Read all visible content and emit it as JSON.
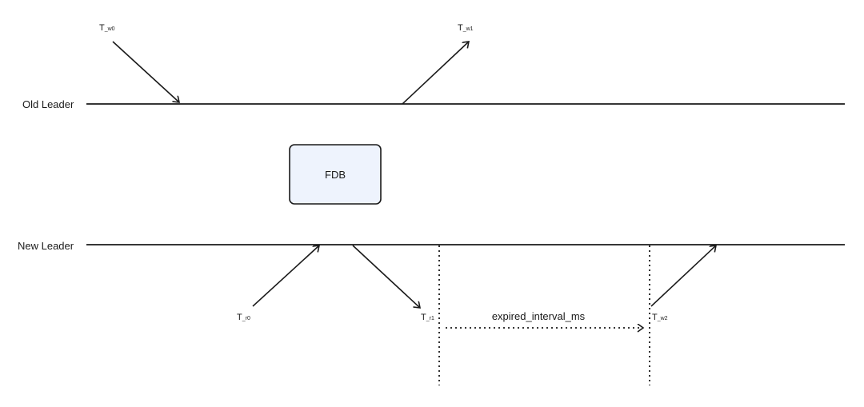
{
  "lanes": {
    "old_leader": "Old Leader",
    "new_leader": "New Leader"
  },
  "box": {
    "label": "FDB",
    "fill": "#eef3fd",
    "stroke": "#1a1a1a"
  },
  "timestamps": {
    "w0": {
      "main": "T",
      "sub": "_w0"
    },
    "w1": {
      "main": "T",
      "sub": "_w1"
    },
    "r0": {
      "main": "T",
      "sub": "_r0"
    },
    "r1": {
      "main": "T",
      "sub": "_r1"
    },
    "w2": {
      "main": "T",
      "sub": "_w2"
    }
  },
  "interval": {
    "label": "expired_interval_ms"
  },
  "colors": {
    "line": "#1a1a1a",
    "background": "#ffffff"
  }
}
